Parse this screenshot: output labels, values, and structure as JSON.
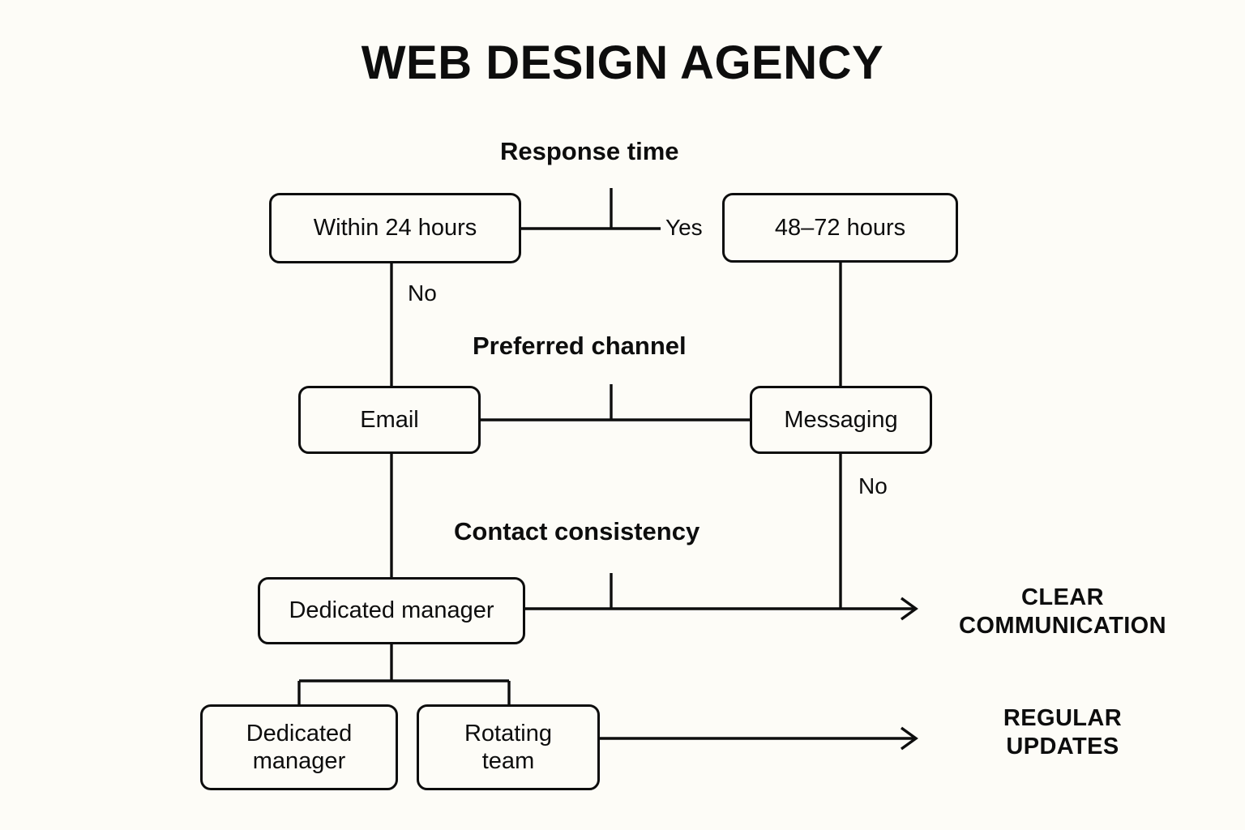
{
  "title": "WEB DESIGN AGENCY",
  "background_color": "#fdfcf7",
  "stroke_color": "#0d0d0d",
  "sections": [
    {
      "label": "Response time"
    },
    {
      "label": "Preferred channel"
    },
    {
      "label": "Contact consistency"
    }
  ],
  "nodes": {
    "within_24_hours": "Within 24 hours",
    "hours_48_72": "48–72 hours",
    "email": "Email",
    "messaging": "Messaging",
    "dedicated_manager": "Dedicated manager",
    "dedicated_manager_bottom": "Dedicated\nmanager",
    "rotating_team": "Rotating\nteam"
  },
  "edge_labels": {
    "yes_response": "Yes",
    "no_response": "No",
    "no_channel": "No"
  },
  "outcomes": {
    "clear_communication": "CLEAR\nCOMMUNICATION",
    "regular_updates": "REGULAR\nUPDATES"
  }
}
